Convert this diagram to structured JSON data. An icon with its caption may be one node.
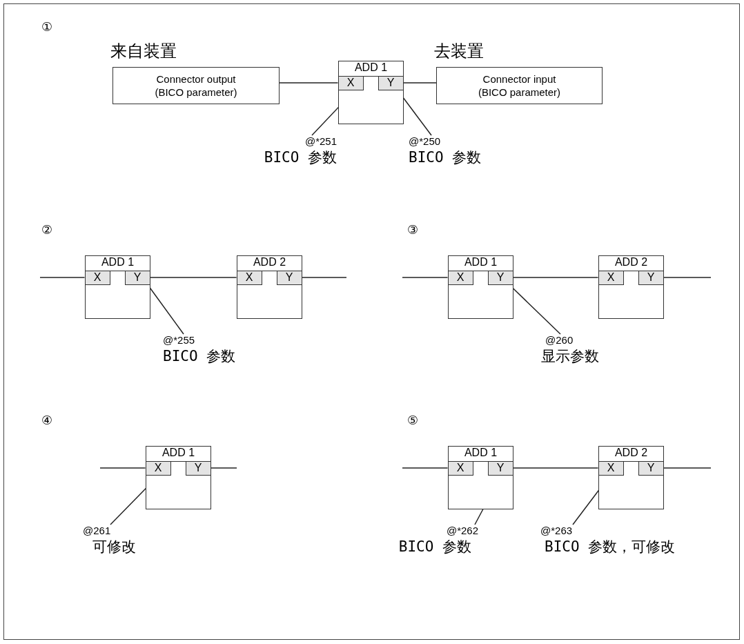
{
  "diagram": {
    "nodes": [
      {
        "text": [
          "来自装置",
          "Connector output (BICO parameter)"
        ]
      },
      {
        "text": [
          "ADD 1"
        ]
      },
      {
        "text": [
          "X"
        ],
        "in": 1
      },
      {
        "text": [
          "Y"
        ],
        "in": 1
      },
      {
        "text": [
          "去装置",
          "Connector input (BICO parameter)"
        ]
      },
      {
        "text": [
          "@*251",
          "BICO 参数"
        ]
      },
      {
        "text": [
          "@*250",
          "BICO 参数"
        ]
      },
      {
        "text": [
          "ADD 1"
        ]
      },
      {
        "text": [
          "X"
        ],
        "in": 7
      },
      {
        "text": [
          "Y"
        ],
        "in": 7
      },
      {
        "text": [
          "ADD 2"
        ]
      },
      {
        "text": [
          "X"
        ],
        "in": 10
      },
      {
        "text": [
          "Y"
        ],
        "in": 10
      },
      {
        "text": [
          "@*255",
          "BICO 参数"
        ]
      },
      {
        "text": [
          "ADD 1"
        ]
      },
      {
        "text": [
          "X"
        ],
        "in": 14
      },
      {
        "text": [
          "Y"
        ],
        "in": 14
      },
      {
        "text": [
          "ADD 2"
        ]
      },
      {
        "text": [
          "X"
        ],
        "in": 17
      },
      {
        "text": [
          "Y"
        ],
        "in": 17
      },
      {
        "text": [
          "@260",
          "显示参数"
        ]
      },
      {
        "text": [
          "ADD 1"
        ]
      },
      {
        "text": [
          "X"
        ],
        "in": 21
      },
      {
        "text": [
          "Y"
        ],
        "in": 21
      },
      {
        "text": [
          "@261",
          "可修改"
        ]
      },
      {
        "text": [
          "ADD 1"
        ]
      },
      {
        "text": [
          "X"
        ],
        "in": 25
      },
      {
        "text": [
          "Y"
        ],
        "in": 25
      },
      {
        "text": [
          "ADD 2"
        ]
      },
      {
        "text": [
          "X"
        ],
        "in": 28
      },
      {
        "text": [
          "Y"
        ],
        "in": 28
      },
      {
        "text": [
          "@*262",
          "BICO 参数"
        ]
      },
      {
        "text": [
          "@*263",
          "BICO 参数，可修改"
        ]
      }
    ],
    "edges": [
      {
        "from": 0,
        "to": 2,
        "arrow": "none"
      },
      {
        "from": 3,
        "to": 4,
        "arrow": "none"
      },
      {
        "from": 5,
        "to": 2,
        "arrow": "none"
      },
      {
        "from": 6,
        "to": 3,
        "arrow": "none"
      },
      {
        "from": null,
        "to": 8,
        "arrow": "none"
      },
      {
        "from": 9,
        "to": 11,
        "arrow": "none"
      },
      {
        "from": 12,
        "to": null,
        "arrow": "none"
      },
      {
        "from": 13,
        "to": 9,
        "arrow": "none"
      },
      {
        "from": null,
        "to": 15,
        "arrow": "none"
      },
      {
        "from": 16,
        "to": 18,
        "arrow": "none"
      },
      {
        "from": 19,
        "to": null,
        "arrow": "none"
      },
      {
        "from": 20,
        "to": 16,
        "arrow": "none"
      },
      {
        "from": null,
        "to": 22,
        "arrow": "none"
      },
      {
        "from": 23,
        "to": null,
        "arrow": "none"
      },
      {
        "from": 24,
        "to": 22,
        "arrow": "none"
      },
      {
        "from": null,
        "to": 26,
        "arrow": "none"
      },
      {
        "from": 27,
        "to": 29,
        "arrow": "none"
      },
      {
        "from": 30,
        "to": null,
        "arrow": "none"
      },
      {
        "from": 31,
        "to": 27,
        "arrow": "none"
      },
      {
        "from": 32,
        "to": 29,
        "arrow": "none"
      }
    ],
    "labels": [
      "①",
      "②",
      "③",
      "④",
      "⑤"
    ]
  }
}
